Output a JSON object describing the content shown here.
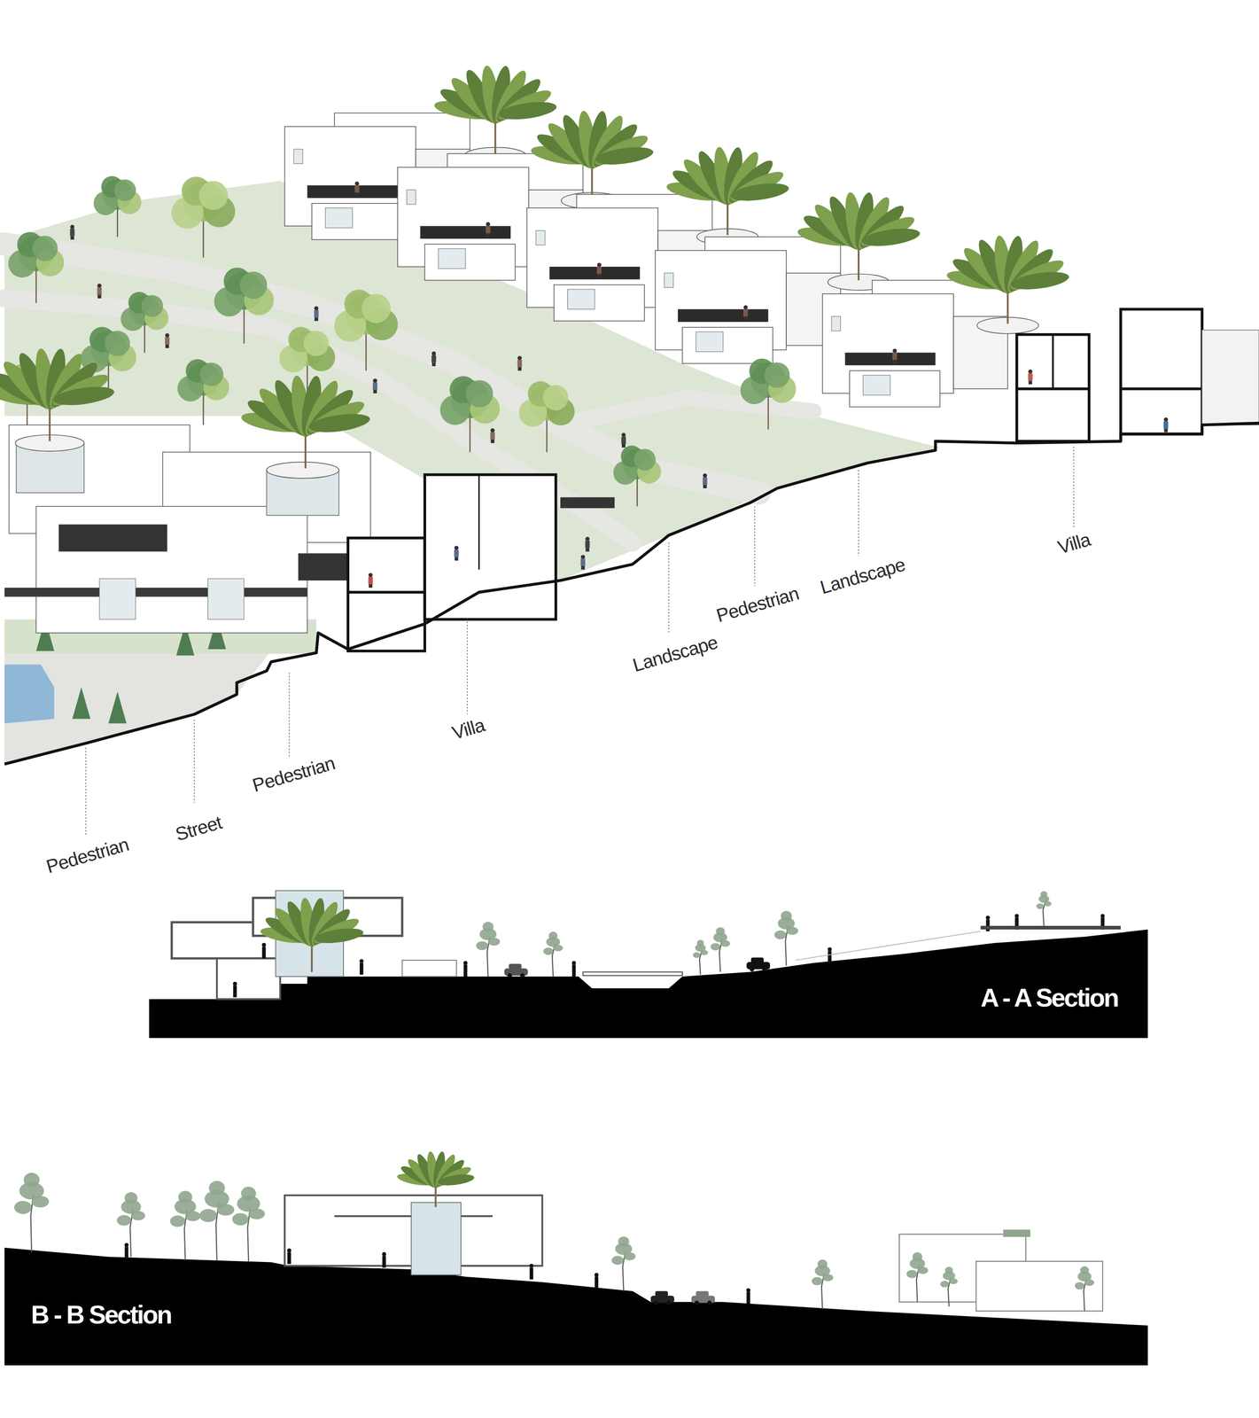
{
  "diagram": {
    "nodes": [
      {
        "text": [
          "A - A Section"
        ]
      },
      {
        "text": [
          "B - B Section"
        ]
      }
    ],
    "labels": [
      "Pedestrian",
      "Street",
      "Pedestrian",
      "Villa",
      "Landscape",
      "Pedestrian",
      "Landscape",
      "Villa"
    ]
  }
}
